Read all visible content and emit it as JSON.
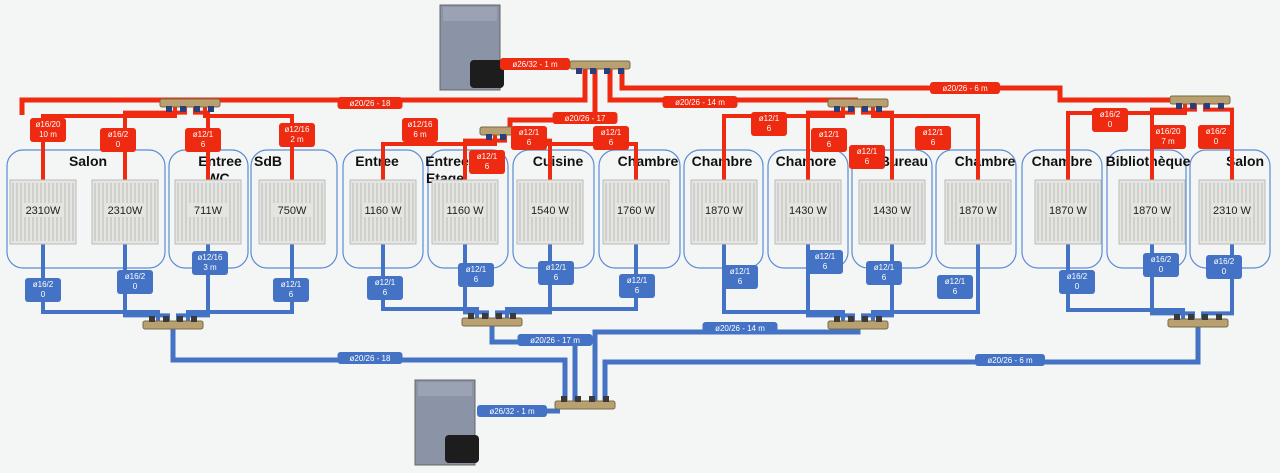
{
  "colors": {
    "supply": "#ee2a10",
    "return": "#4472c4",
    "room_border": "#5b8bd6",
    "manifold": "#b8a070"
  },
  "rooms": [
    {
      "name": "Salon"
    },
    {
      "name": "Entree WC"
    },
    {
      "name": "SdB"
    },
    {
      "name": "Entree"
    },
    {
      "name": "Entree Etage"
    },
    {
      "name": "Cuisine"
    },
    {
      "name": "Chambre"
    },
    {
      "name": "Chambre"
    },
    {
      "name": "Chamore"
    },
    {
      "name": "Bureau"
    },
    {
      "name": "Chambre"
    },
    {
      "name": "Chambre"
    },
    {
      "name": "Bibliothèque"
    },
    {
      "name": "Salon"
    }
  ],
  "radiators": [
    {
      "power": "2310W",
      "supply": [
        "ø16/20",
        "10 m"
      ],
      "return": [
        "ø16/2",
        "0"
      ]
    },
    {
      "power": "2310W",
      "supply": [
        "ø16/2",
        "0"
      ],
      "return": [
        "ø16/2",
        "0"
      ]
    },
    {
      "power": "711W",
      "supply": [
        "ø12/1",
        "6"
      ],
      "return": [
        "ø12/16",
        "3 m"
      ]
    },
    {
      "power": "750W",
      "supply": [
        "ø12/16",
        "2 m"
      ],
      "return": [
        "ø12/1",
        "6"
      ]
    },
    {
      "power": "1160 W",
      "supply": [
        "ø12/16",
        "6 m"
      ],
      "return": [
        "ø12/1",
        "6"
      ]
    },
    {
      "power": "1160 W",
      "supply": [
        "ø12/1",
        "6"
      ],
      "return": [
        "ø12/1",
        "6"
      ]
    },
    {
      "power": "1540 W",
      "supply": [
        "ø12/1",
        "6"
      ],
      "return": [
        "ø12/1",
        "6"
      ]
    },
    {
      "power": "1760 W",
      "supply": [
        "ø12/1",
        "6"
      ],
      "return": [
        "ø12/1",
        "6"
      ]
    },
    {
      "power": "1870 W",
      "supply": [
        "ø12/1",
        "6"
      ],
      "return": [
        "ø12/1",
        "6"
      ]
    },
    {
      "power": "1430 W",
      "supply": [
        "ø12/1",
        "6"
      ],
      "return": [
        "ø12/1",
        "6"
      ]
    },
    {
      "power": "1430 W",
      "supply": [
        "ø12/1",
        "6"
      ],
      "return": [
        "ø12/1",
        "6"
      ]
    },
    {
      "power": "1870 W",
      "supply": [
        "ø12/1",
        "6"
      ],
      "return": [
        "ø12/1",
        "6"
      ]
    },
    {
      "power": "1870 W",
      "supply": [
        "ø16/2",
        "0"
      ],
      "return": [
        "ø16/2",
        "0"
      ]
    },
    {
      "power": "1870 W",
      "supply": [
        "ø16/20",
        "7 m"
      ],
      "return": [
        "ø16/2",
        "0"
      ]
    },
    {
      "power": "2310 W",
      "supply": [
        "ø16/2",
        "0"
      ],
      "return": [
        "ø16/2",
        "0"
      ]
    }
  ],
  "mains": {
    "supply": [
      "ø26/32 - 1 m",
      "ø20/26 - 18",
      "ø20/26 - 17",
      "ø20/26 - 14 m",
      "ø20/26 - 6 m"
    ],
    "return": [
      "ø26/32 - 1 m",
      "ø20/26 - 18",
      "ø20/26 - 17 m",
      "ø20/26 - 14 m",
      "ø20/26 - 6 m"
    ]
  }
}
